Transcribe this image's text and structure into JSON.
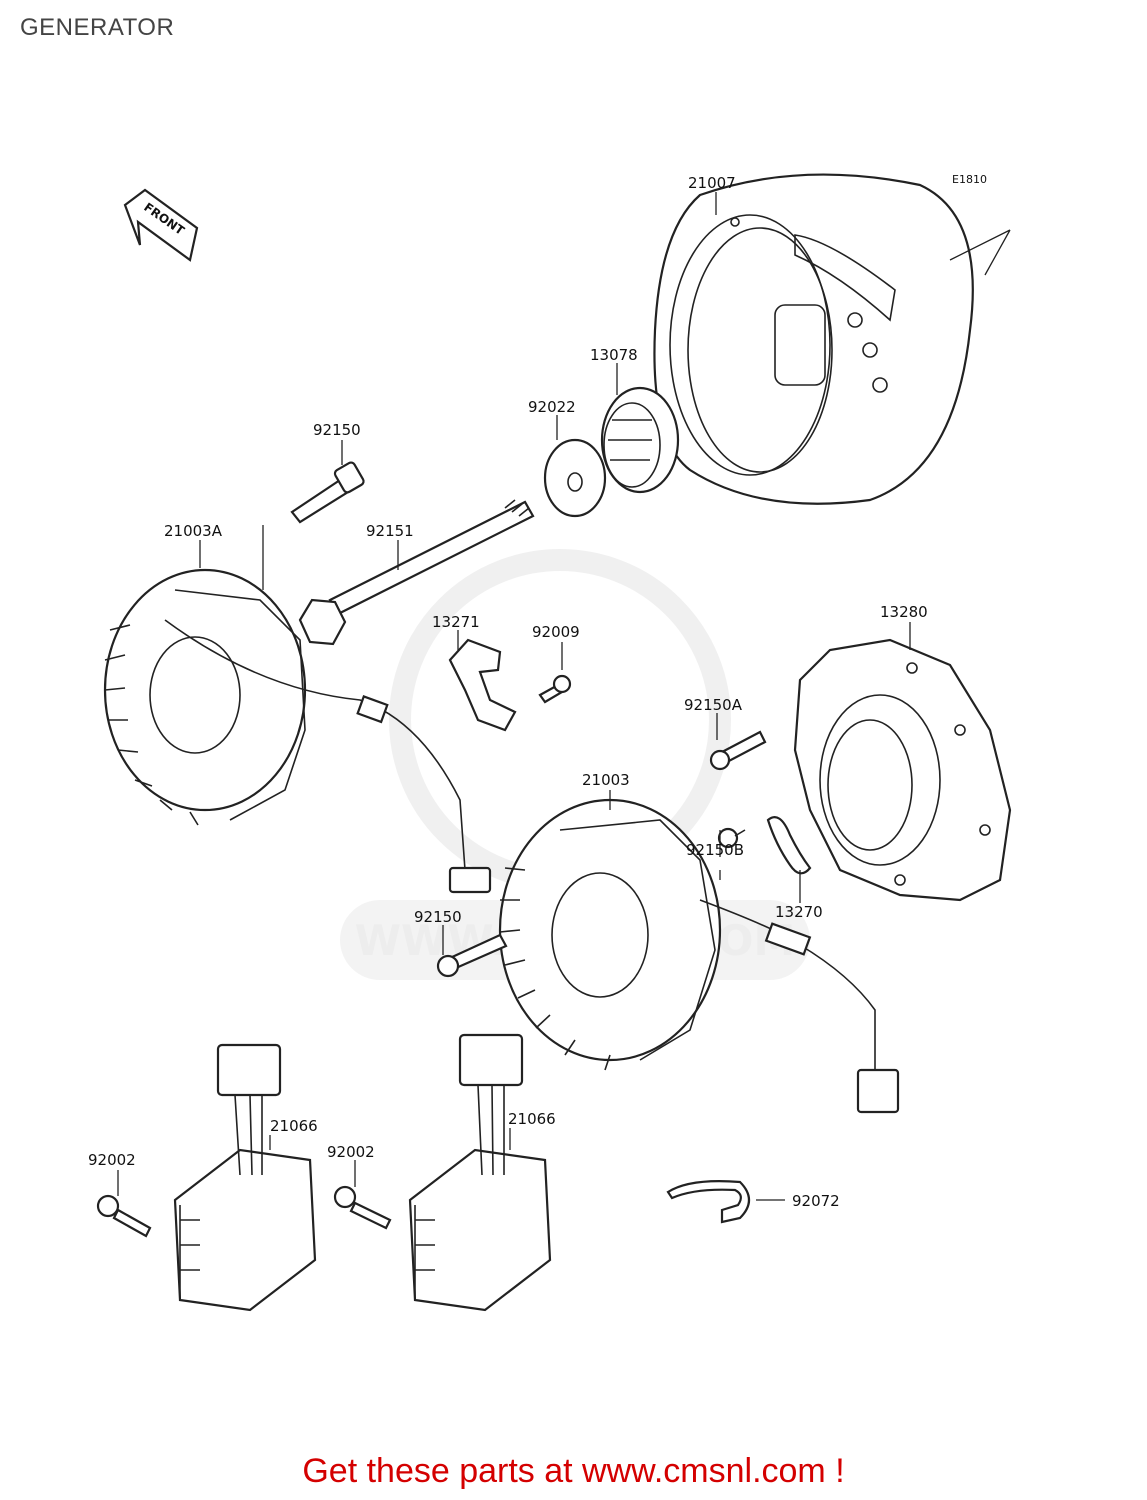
{
  "title": "GENERATOR",
  "diagram_code": "E1810",
  "front_marker": "FRONT",
  "watermark": "WWW.CMSNL.COM",
  "footer": "Get these parts at www.cmsnl.com !",
  "parts": {
    "rotor": "21007",
    "starter_clutch_gear": "13078",
    "washer": "92022",
    "bolt_top": "92150",
    "long_bolt": "92151",
    "stator_a": "21003A",
    "bracket": "13271",
    "screw": "92009",
    "cover": "13280",
    "bolt_a": "92150A",
    "stator": "21003",
    "bolt_b": "92150B",
    "plate": "13270",
    "bolt_mid": "92150",
    "regulator_left": "21066",
    "regulator_right": "21066",
    "bolt_reg_left": "92002",
    "bolt_reg_right": "92002",
    "band": "92072"
  }
}
